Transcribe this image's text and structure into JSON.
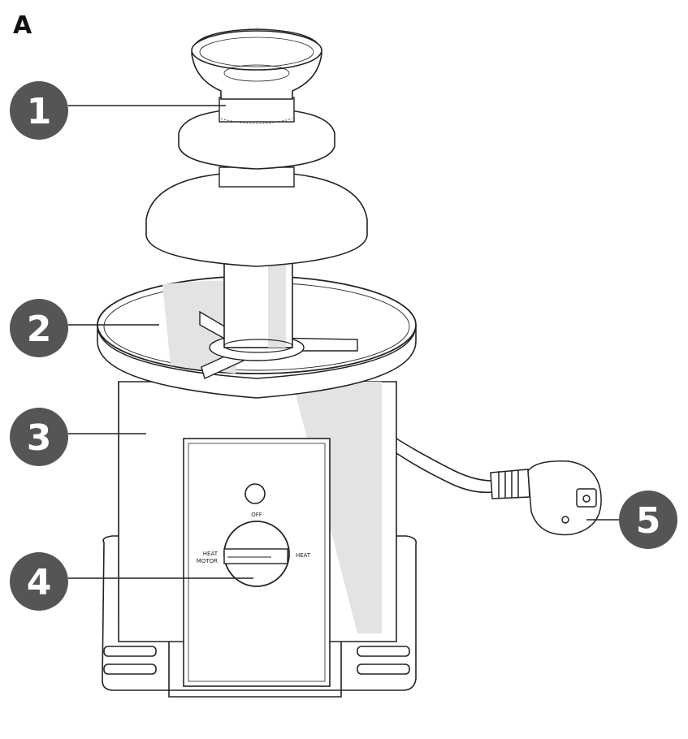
{
  "figure": {
    "letter": "A"
  },
  "callouts": [
    {
      "number": "1",
      "part": "top-cup-and-tiers"
    },
    {
      "number": "2",
      "part": "basin"
    },
    {
      "number": "3",
      "part": "base-housing"
    },
    {
      "number": "4",
      "part": "control-dial"
    },
    {
      "number": "5",
      "part": "power-plug"
    }
  ],
  "dial": {
    "off": "OFF",
    "heat_motor_line1": "HEAT",
    "heat_motor_line2": "MOTOR",
    "heat": "HEAT"
  },
  "colors": {
    "callout": "#555555",
    "line": "#222222",
    "shade": "#e3e3e3",
    "body": "#ffffff"
  }
}
